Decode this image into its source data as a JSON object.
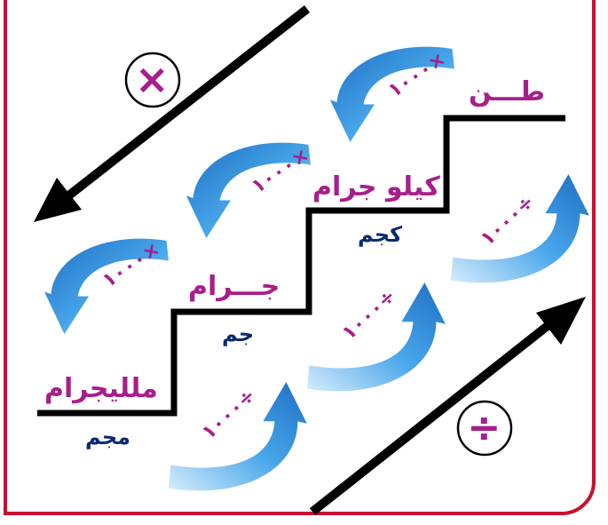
{
  "units": {
    "ton": {
      "name": "طـــن"
    },
    "kilogram": {
      "name": "كيلو جرام",
      "abbr": "كجم"
    },
    "gram": {
      "name": "جـــرام",
      "abbr": "جم"
    },
    "milligram": {
      "name": "ملليجرام",
      "abbr": "مجم"
    }
  },
  "operations": {
    "multiply_symbol": "×",
    "divide_symbol": "÷",
    "multiply_factor": "١٠٠٠×",
    "divide_factor": "١٠٠٠÷"
  },
  "colors": {
    "frame": "#c8102e",
    "unit_text": "#a81e8c",
    "abbr_text": "#0c2b6e",
    "arrow_blue": "#2f8fd6",
    "stair": "#000000"
  },
  "icons": [
    "curved-arrow-down-icon",
    "curved-arrow-up-icon",
    "long-arrow-down-left-icon",
    "long-arrow-up-right-icon"
  ]
}
